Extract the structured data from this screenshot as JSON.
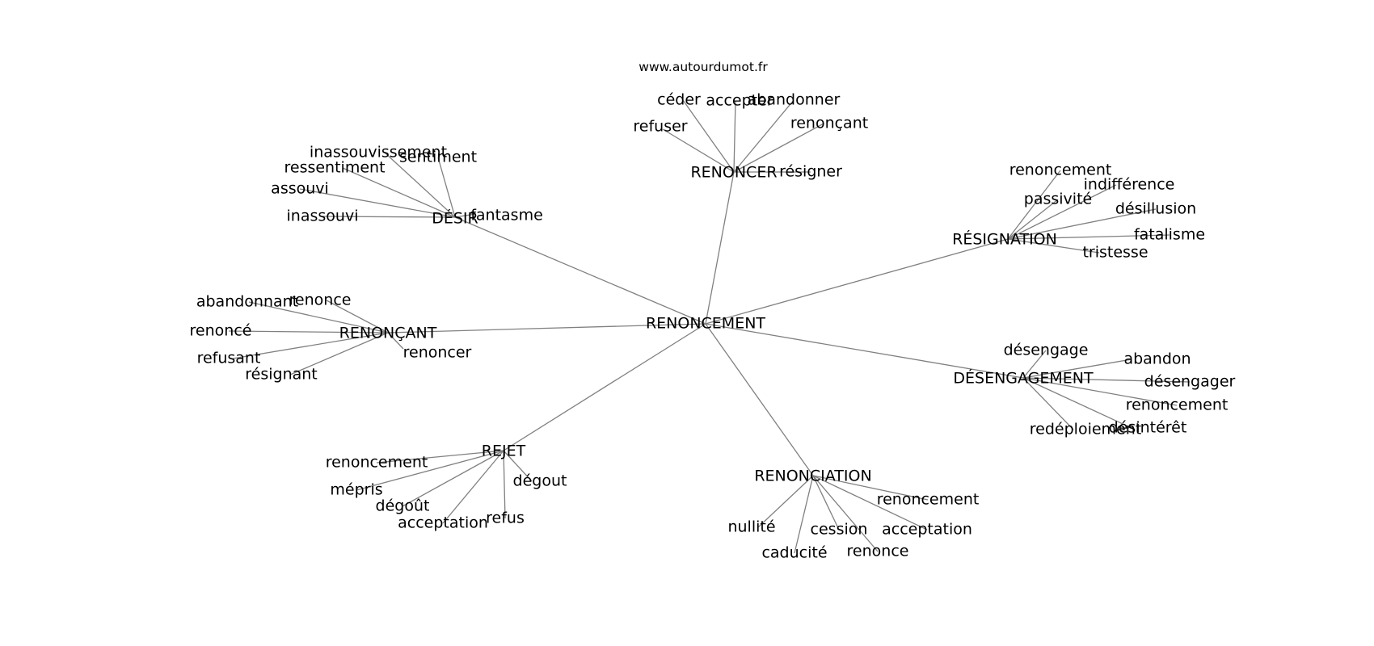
{
  "source_credit": "www.autourdumot.fr",
  "center": "RENONCEMENT",
  "clusters": [
    {
      "hub": "RENONCER",
      "leaves": [
        "céder",
        "accepter",
        "abandonner",
        "refuser",
        "renonçant",
        "résigner"
      ]
    },
    {
      "hub": "DÉSIR",
      "leaves": [
        "inassouvissement",
        "sentiment",
        "ressentiment",
        "assouvi",
        "inassouvi",
        "fantasme"
      ]
    },
    {
      "hub": "RÉSIGNATION",
      "leaves": [
        "renoncement",
        "indifférence",
        "passivité",
        "désillusion",
        "fatalisme",
        "tristesse"
      ]
    },
    {
      "hub": "RENONÇANT",
      "leaves": [
        "abandonnant",
        "renonce",
        "renoncé",
        "renoncer",
        "refusant",
        "résignant"
      ]
    },
    {
      "hub": "DÉSENGAGEMENT",
      "leaves": [
        "désengage",
        "abandon",
        "désengager",
        "renoncement",
        "redéploiement",
        "désintérêt"
      ]
    },
    {
      "hub": "REJET",
      "leaves": [
        "renoncement",
        "dégout",
        "mépris",
        "dégoût",
        "acceptation",
        "refus"
      ]
    },
    {
      "hub": "RENONCIATION",
      "leaves": [
        "renoncement",
        "nullité",
        "cession",
        "acceptation",
        "caducité",
        "renonce"
      ]
    }
  ]
}
